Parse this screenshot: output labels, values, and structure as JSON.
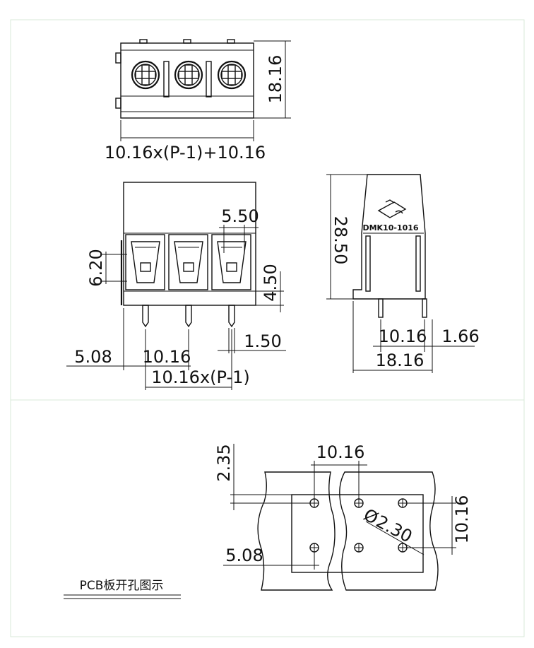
{
  "diagram": {
    "top_view": {
      "height_dim": "18.16",
      "width_formula": "10.16x(P-1)+10.16"
    },
    "front_view": {
      "window_dim": "5.50",
      "opening_height_dim": "6.20",
      "pin_height_dim": "4.50",
      "pin_width_dim": "1.50",
      "edge_offset_dim": "5.08",
      "pitch_dim": "10.16",
      "span_formula": "10.16x(P-1)"
    },
    "side_view": {
      "total_height_dim": "28.50",
      "pin_pitch_dim": "10.16",
      "pin_offset_dim": "1.66",
      "base_width_dim": "18.16",
      "model_marking": "DMK10-1016"
    },
    "pcb_layout": {
      "row_offset_dim": "2.35",
      "pitch_dim": "10.16",
      "row_pitch_dim": "10.16",
      "hole_diameter_dim": "2.30",
      "diameter_symbol": "Ø",
      "edge_offset_dim": "5.08",
      "caption": "PCB板开孔图示"
    }
  }
}
